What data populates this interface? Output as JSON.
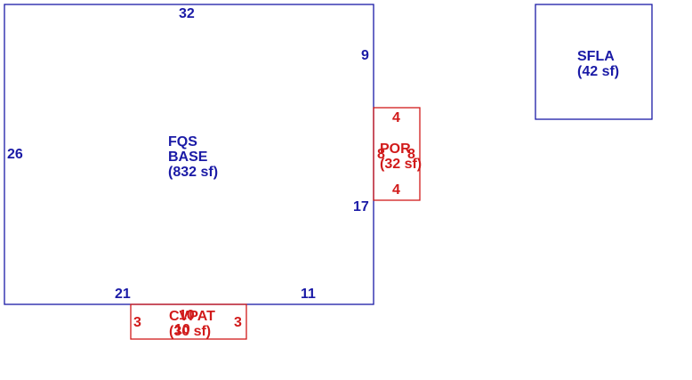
{
  "colors": {
    "primary_line": "#1a1aa6",
    "secondary_line": "#d11a1a",
    "background": "#ffffff"
  },
  "sketch": {
    "base": {
      "code": "FQS",
      "name": "BASE",
      "area": "(832 sf)",
      "dims": {
        "top": "32",
        "right_upper": "9",
        "right_lower": "17",
        "left": "26",
        "bottom_left": "21",
        "bottom_right": "11"
      }
    },
    "porch": {
      "name": "POR",
      "area": "(32 sf)",
      "dims": {
        "top": "4",
        "bottom": "4",
        "left": "8",
        "right": "8"
      }
    },
    "patio": {
      "name": "CVPAT",
      "area": "(30 sf)",
      "dims": {
        "left": "3",
        "right": "3",
        "top": "10",
        "bottom": "10"
      }
    },
    "sfla": {
      "name": "SFLA",
      "area": "(42 sf)"
    }
  }
}
